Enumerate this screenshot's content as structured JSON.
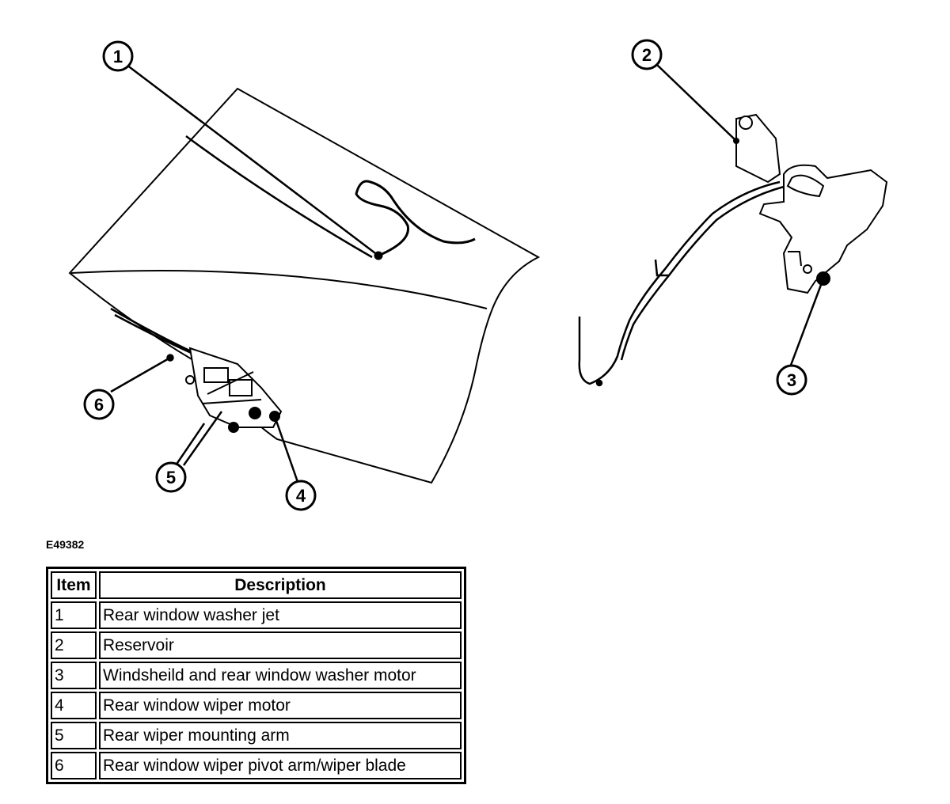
{
  "figure_id": "E49382",
  "callouts": [
    {
      "number": "1"
    },
    {
      "number": "2"
    },
    {
      "number": "3"
    },
    {
      "number": "4"
    },
    {
      "number": "5"
    },
    {
      "number": "6"
    }
  ],
  "table": {
    "headers": {
      "item": "Item",
      "description": "Description"
    },
    "rows": [
      {
        "item": "1",
        "description": "Rear window washer jet"
      },
      {
        "item": "2",
        "description": "Reservoir"
      },
      {
        "item": "3",
        "description": "Windsheild and rear window washer motor"
      },
      {
        "item": "4",
        "description": "Rear window wiper motor"
      },
      {
        "item": "5",
        "description": "Rear wiper mounting arm"
      },
      {
        "item": "6",
        "description": "Rear window wiper pivot arm/wiper blade"
      }
    ]
  }
}
